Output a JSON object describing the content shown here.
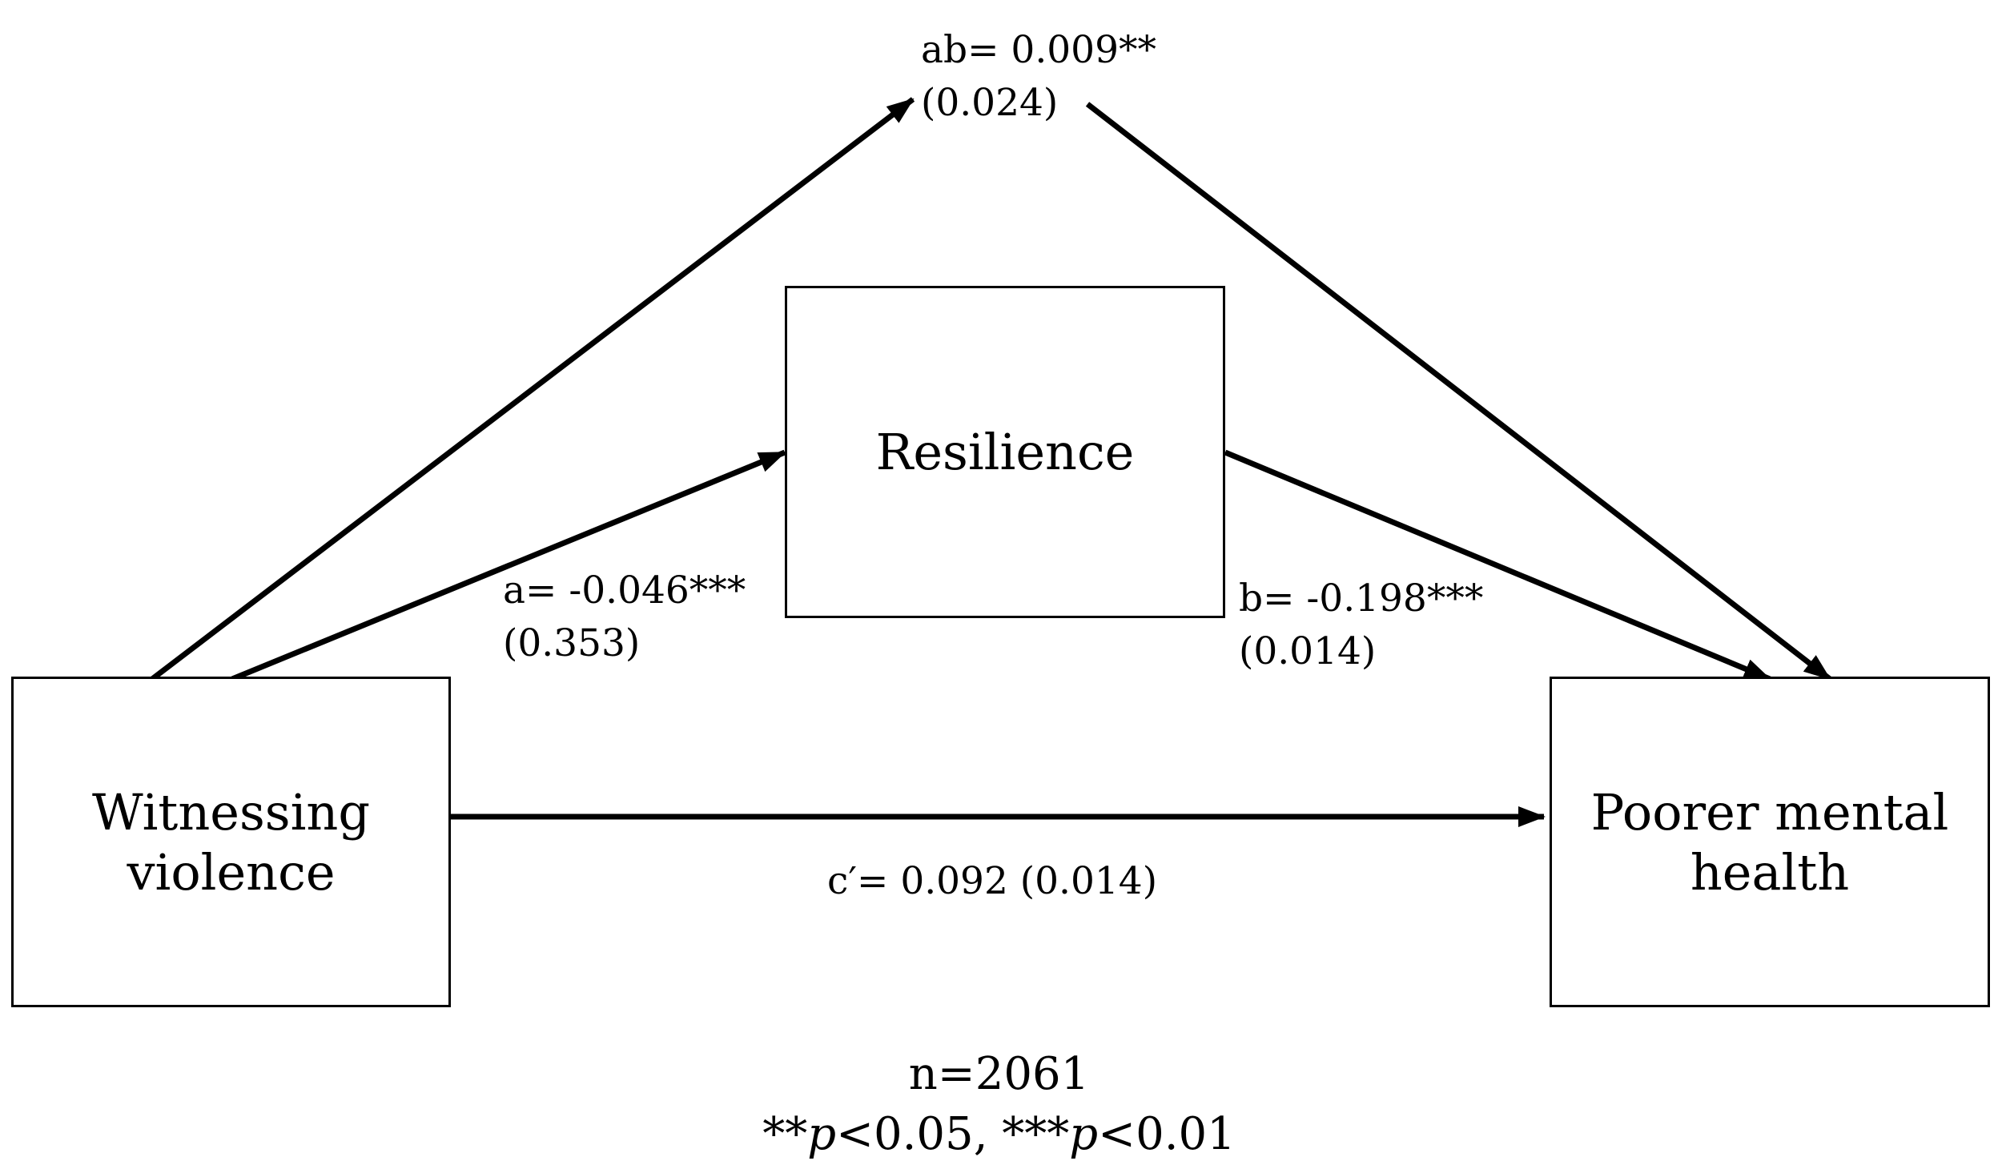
{
  "nodes": {
    "witnessing": "Witnessing\nviolence",
    "resilience": "Resilience",
    "outcome": "Poorer mental\nhealth"
  },
  "paths": {
    "ab": "ab= 0.009**\n(0.024)",
    "a": "a= -0.046***\n(0.353)",
    "b": "b= -0.198***\n(0.014)",
    "c_prime": "c′= 0.092 (0.014)"
  },
  "footer": {
    "n": "n=2061",
    "sig_marks_1": "**",
    "p1": "p",
    "threshold_1": "<0.05, ",
    "sig_marks_2": "***",
    "p2": "p",
    "threshold_2": "<0.01"
  },
  "colors": {
    "stroke": "#000000",
    "background": "#ffffff"
  }
}
